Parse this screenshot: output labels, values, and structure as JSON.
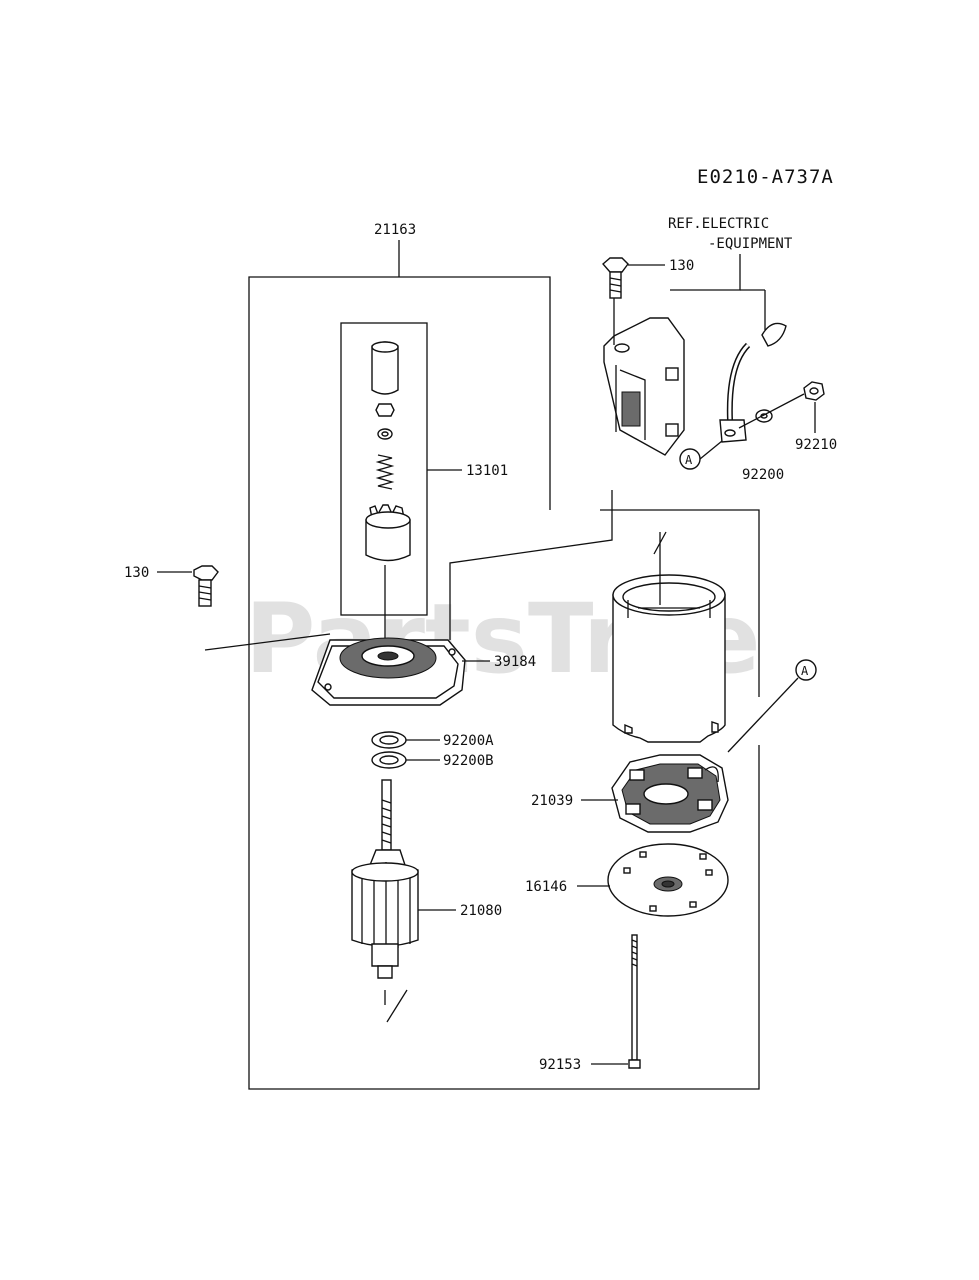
{
  "diagram_code": "E0210-A737A",
  "watermark": "PartsTree",
  "reference_note": [
    "REF.ELECTRIC",
    "-EQUIPMENT"
  ],
  "callout_marker": "A",
  "labels": {
    "starter_assembly": "21163",
    "bolt_top": "130",
    "bolt_left": "130",
    "pinion_set": "13101",
    "bracket": "39184",
    "washer_a": "92200A",
    "washer_b": "92200B",
    "brush_holder": "21039",
    "plate": "16146",
    "armature": "21080",
    "through_bolt": "92153",
    "lead_wire": "92200",
    "nut": "92210"
  }
}
